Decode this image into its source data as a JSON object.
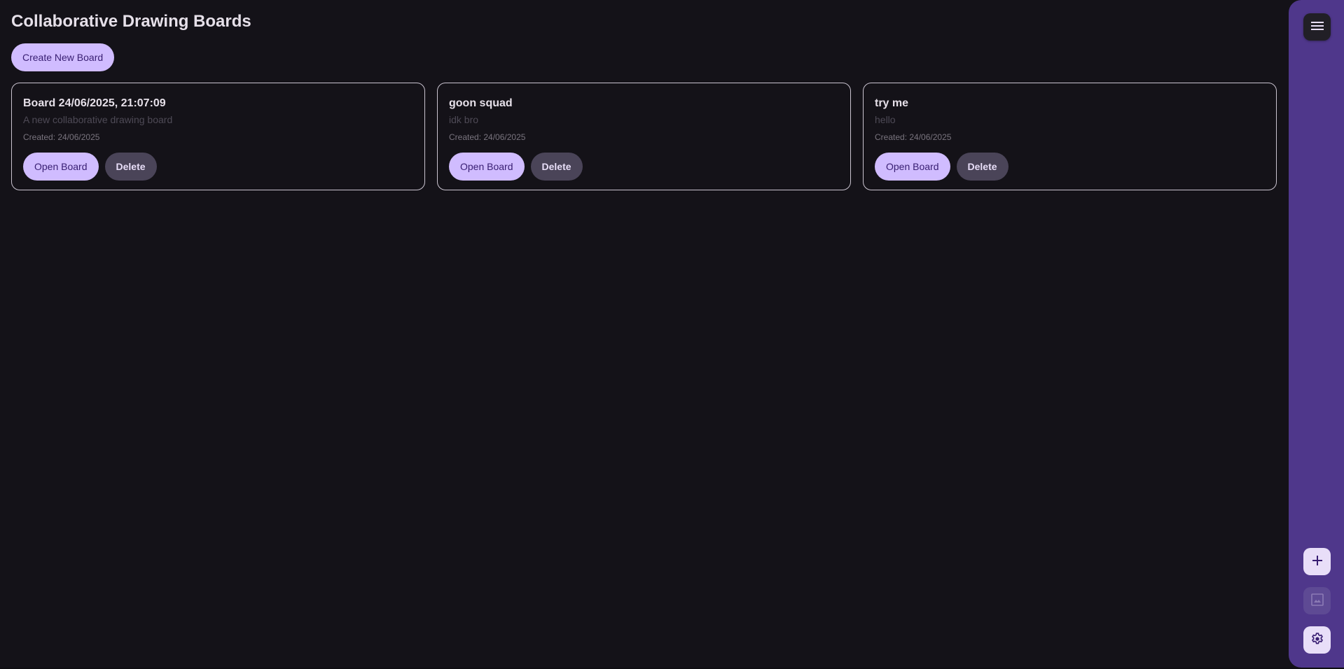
{
  "page": {
    "title": "Collaborative Drawing Boards",
    "create_button_label": "Create New Board"
  },
  "boards": [
    {
      "title": "Board 24/06/2025, 21:07:09",
      "description": "A new collaborative drawing board",
      "created": "Created: 24/06/2025",
      "open_label": "Open Board",
      "delete_label": "Delete"
    },
    {
      "title": "goon squad",
      "description": "idk bro",
      "created": "Created: 24/06/2025",
      "open_label": "Open Board",
      "delete_label": "Delete"
    },
    {
      "title": "try me",
      "description": "hello",
      "created": "Created: 24/06/2025",
      "open_label": "Open Board",
      "delete_label": "Delete"
    }
  ],
  "sidebar": {
    "buttons": [
      {
        "icon": "menu-icon",
        "position": "top"
      },
      {
        "icon": "plus-icon",
        "position": "bottom"
      },
      {
        "icon": "image-icon",
        "position": "bottom",
        "disabled": true
      },
      {
        "icon": "gear-icon",
        "position": "bottom"
      }
    ]
  },
  "colors": {
    "background": "#141218",
    "primary": "#d0bcff",
    "on_primary": "#381e72",
    "secondary_container": "#4a4458",
    "sidebar": "#4f378b",
    "card_border": "#cac4d0"
  }
}
